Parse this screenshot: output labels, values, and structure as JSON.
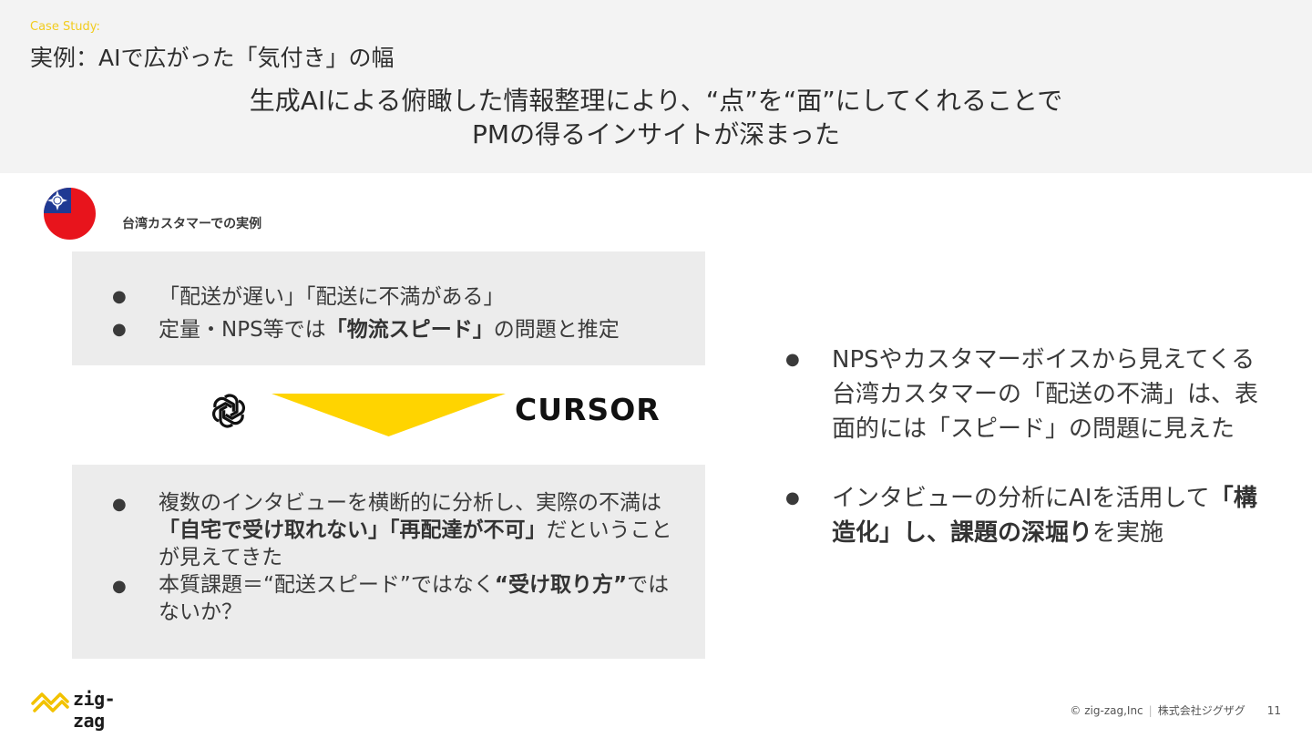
{
  "header": {
    "case_label": "Case Study:",
    "title": "実例：AIで広がった「気付き」の幅",
    "lead_line1": "生成AIによる俯瞰した情報整理により、“点”を“面”にしてくれることで",
    "lead_line2": "PMの得るインサイトが深まった"
  },
  "section": {
    "label": "台湾カスタマーでの実例",
    "flag_icon": "taiwan-flag-icon"
  },
  "top_box": {
    "bullet_1": "「配送が遅い」「配送に不満がある」",
    "bullet_2_pre": "定量・NPS等では",
    "bullet_2_bold": "「物流スピード」",
    "bullet_2_post": "の問題と推定"
  },
  "tools": {
    "openai_icon": "openai-logo-icon",
    "arrow_color": "#ffd400",
    "cursor_label": "CURSOR"
  },
  "bottom_box": {
    "bullet_1_pre": "複数のインタビューを横断的に分析し、実際の不満は",
    "bullet_1_bold": "「自宅で受け取れない」「再配達が不可」",
    "bullet_1_post": "だということが見えてきた",
    "bullet_2_pre": "本質課題＝“配送スピード”ではなく",
    "bullet_2_bold": "“受け取り方”",
    "bullet_2_post": "ではないか？"
  },
  "right": {
    "point_1": "NPSやカスタマーボイスから見えてくる台湾カスタマーの「配送の不満」は、表面的には「スピード」の問題に見えた",
    "point_2_pre": "インタビューの分析にAIを活用して",
    "point_2_bold": "「構造化」し、課題の深堀り",
    "point_2_post": "を実施"
  },
  "footer": {
    "brand": "zig-zag",
    "copyright": "© zig-zag,Inc",
    "company": "株式会社ジグザグ",
    "page_number": "11"
  },
  "colors": {
    "accent_yellow": "#ffd400",
    "header_bg": "#f3f3f3",
    "box_bg": "#ececec"
  }
}
